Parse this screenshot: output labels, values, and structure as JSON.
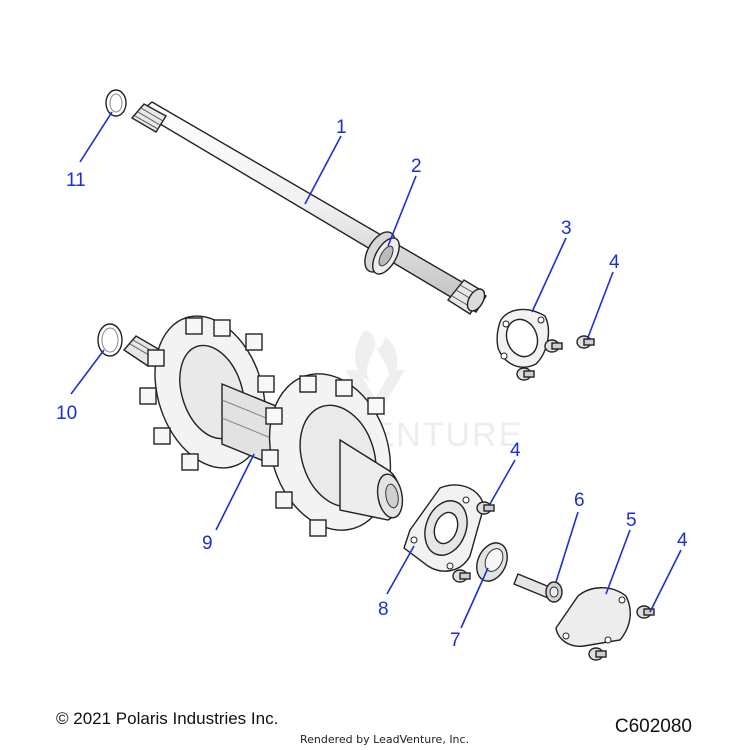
{
  "callouts": {
    "c1": "1",
    "c2": "2",
    "c3": "3",
    "c4a": "4",
    "c4b": "4",
    "c4c": "4",
    "c5": "5",
    "c6": "6",
    "c7": "7",
    "c8": "8",
    "c9": "9",
    "c10": "10",
    "c11": "11"
  },
  "watermark": "LEADVENTURE",
  "footer": {
    "copyright": "© 2021 Polaris Industries Inc.",
    "diagram_code": "C602080",
    "rendered_by": "Rendered by LeadVenture, Inc."
  },
  "colors": {
    "callout": "#1a2fd6",
    "linework": "#222222",
    "fill": "#f4f4f4"
  }
}
